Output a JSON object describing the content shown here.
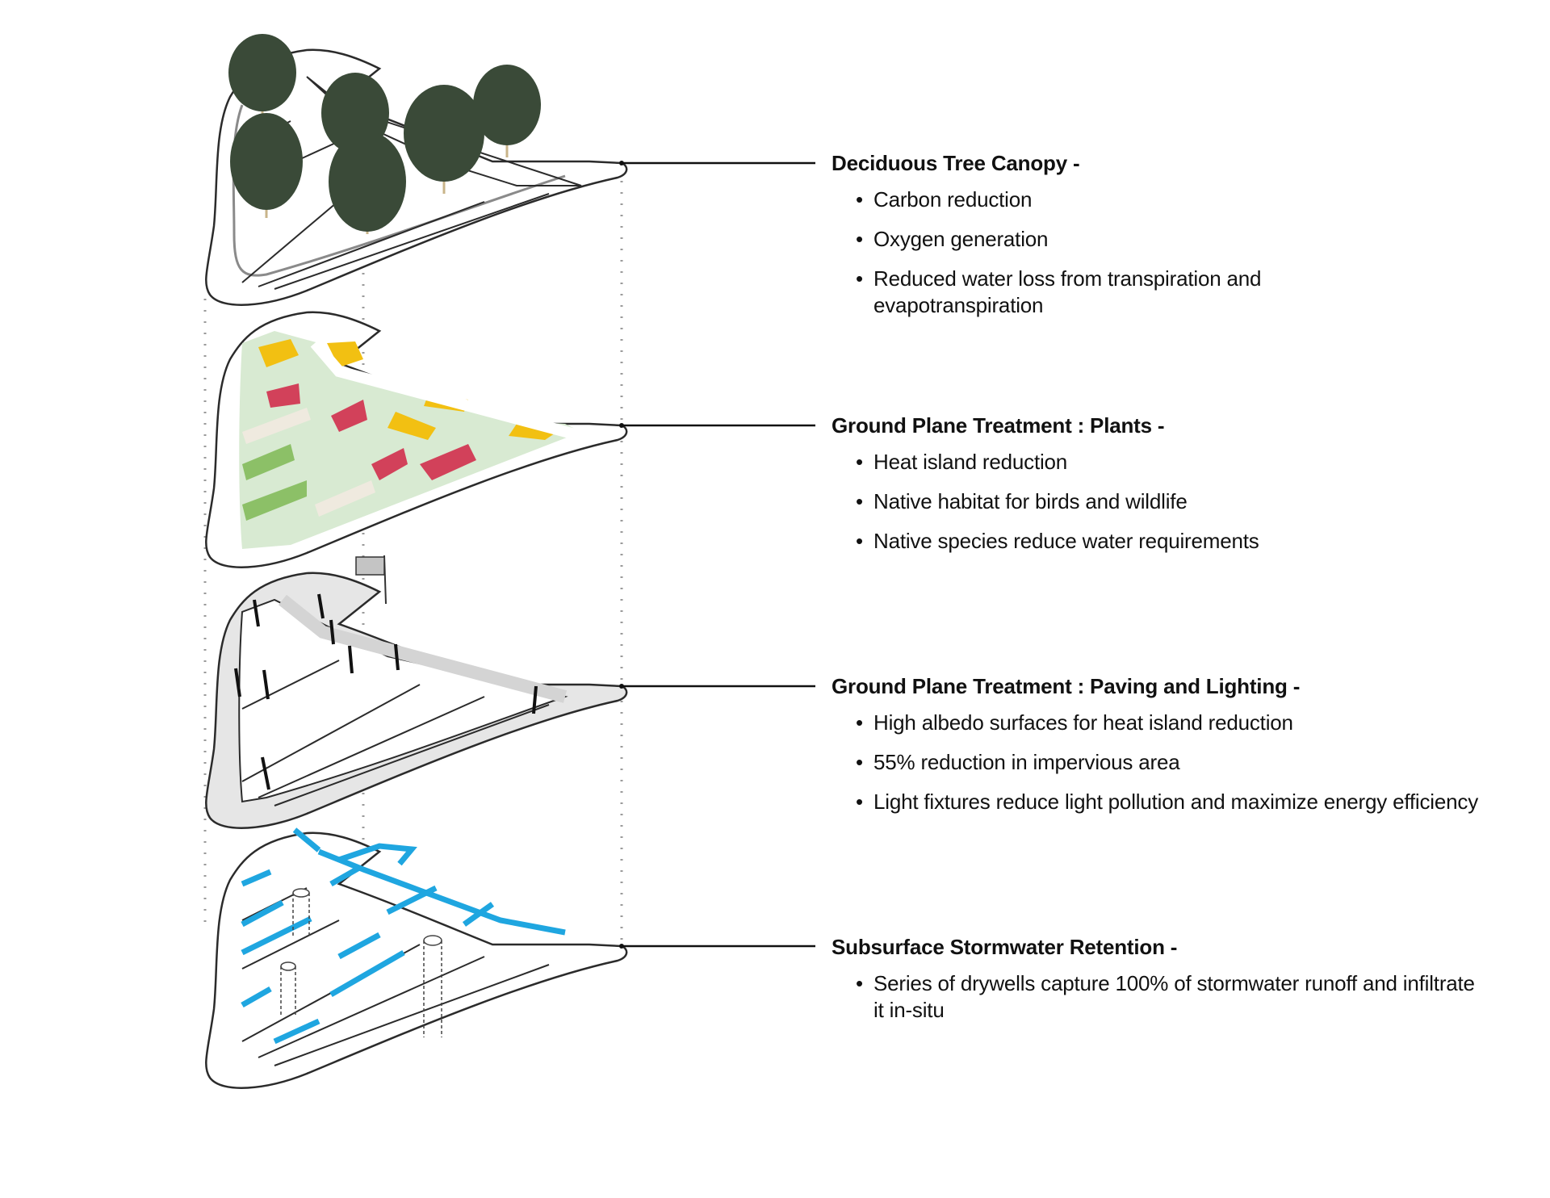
{
  "colors": {
    "outline": "#2b2b2b",
    "paving": "#e6e6e6",
    "lawn": "#d8ead2",
    "tree": "#3a4a38",
    "trunk": "#c9b48a",
    "flower_yellow": "#f2c012",
    "flower_red": "#d2415a",
    "flower_green": "#8cc067",
    "flower_white": "#efeadf",
    "stormwater_arrow": "#1fa6e0",
    "leader_line": "#111111",
    "guide_dots": "#9a9a9a"
  },
  "layers": [
    {
      "id": "tree-canopy",
      "title": "Deciduous Tree Canopy -",
      "bullets": [
        "Carbon reduction",
        "Oxygen generation",
        "Reduced water loss from transpiration and evapotranspiration"
      ]
    },
    {
      "id": "plants",
      "title": "Ground Plane Treatment : Plants -",
      "bullets": [
        "Heat island reduction",
        "Native habitat for birds and wildlife",
        "Native species reduce water requirements"
      ]
    },
    {
      "id": "paving-lighting",
      "title": "Ground Plane Treatment : Paving and Lighting -",
      "bullets": [
        "High albedo surfaces for heat island reduction",
        "55% reduction in impervious area",
        "Light fixtures reduce light pollution and maximize energy efficiency"
      ]
    },
    {
      "id": "stormwater",
      "title": "Subsurface Stormwater Retention -",
      "bullets": [
        "Series of drywells capture 100% of stormwater runoff and infiltrate it in-situ"
      ]
    }
  ],
  "bullet_glyph": "•"
}
